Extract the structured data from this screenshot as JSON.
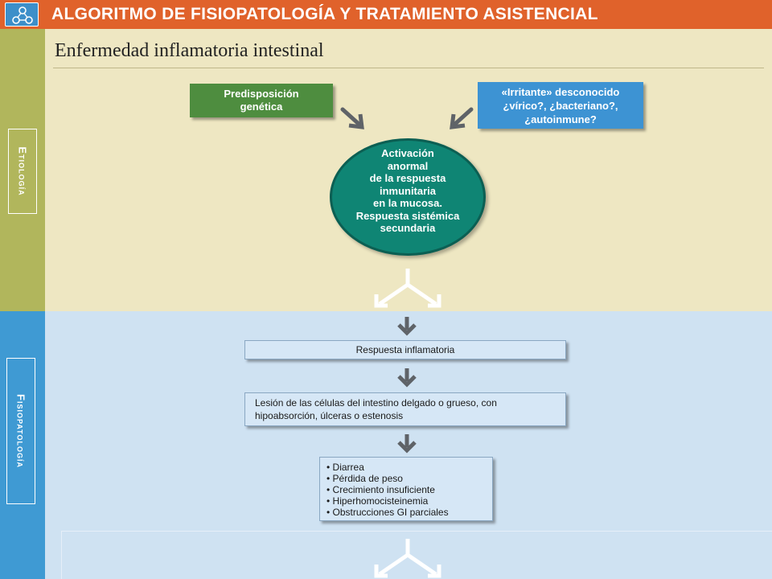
{
  "header": {
    "title": "ALGORITMO DE FISIOPATOLOGÍA Y TRATAMIENTO ASISTENCIAL",
    "logo_icon": "molecule-icon"
  },
  "section": {
    "title": "Enfermedad inflamatoria intestinal",
    "etiologia_label": "Etiología",
    "fisiopatologia_label": "Fisiopatología"
  },
  "etiologia": {
    "predisposicion": [
      "Predisposición",
      "genética"
    ],
    "irritante": [
      "«Irritante» desconocido",
      "¿vírico?, ¿bacteriano?,",
      "¿autoinmune?"
    ],
    "activacion": [
      "Activación",
      "anormal",
      "de la respuesta",
      "inmunitaria",
      "en la mucosa.",
      "Respuesta sistémica",
      "secundaria"
    ]
  },
  "fisiopatologia": {
    "respuesta": "Respuesta inflamatoria",
    "lesion": "Lesión de las células del intestino delgado o grueso, con hipoabsorción, úlceras o estenosis",
    "items": [
      "Diarrea",
      "Pérdida de peso",
      "Crecimiento insuficiente",
      "Hiperhomocisteinemia",
      "Obstrucciones GI parciales"
    ]
  },
  "colors": {
    "header": "#e0622b",
    "etiologia_band": "#eee7c2",
    "etiologia_side": "#b1b65c",
    "fisiopatologia_band": "#cfe2f2",
    "fisiopatologia_side": "#3f9ad3",
    "green_box": "#4e8d3f",
    "blue_box": "#3d93d3",
    "circle": "#0f8574",
    "arrow": "#5f6368"
  }
}
